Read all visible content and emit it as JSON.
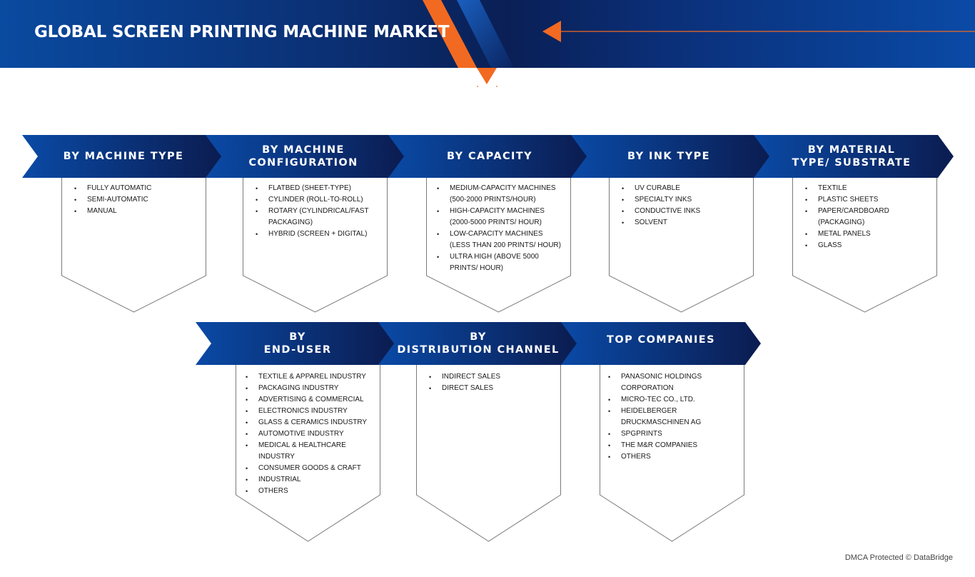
{
  "header": {
    "title": "GLOBAL SCREEN PRINTING MACHINE MARKET"
  },
  "colors": {
    "navy": "#0a1f55",
    "blue": "#0a4aa6",
    "orange": "#f26a21",
    "border": "#7a7a7a"
  },
  "icons": {
    "header_arrow": "left-arrow-icon"
  },
  "row1": [
    {
      "title": "BY MACHINE TYPE",
      "items": [
        "FULLY AUTOMATIC",
        "SEMI-AUTOMATIC",
        "MANUAL"
      ]
    },
    {
      "title": "BY MACHINE\nCONFIGURATION",
      "items": [
        "FLATBED (SHEET-TYPE)",
        "CYLINDER (ROLL-TO-ROLL)",
        "ROTARY (CYLINDRICAL/FAST PACKAGING)",
        "HYBRID (SCREEN + DIGITAL)"
      ]
    },
    {
      "title": "BY CAPACITY",
      "items": [
        "MEDIUM-CAPACITY MACHINES (500-2000 PRINTS/HOUR)",
        "HIGH-CAPACITY MACHINES (2000-5000 PRINTS/ HOUR)",
        "LOW-CAPACITY MACHINES (LESS THAN 200 PRINTS/ HOUR)",
        "ULTRA HIGH (ABOVE 5000 PRINTS/ HOUR)"
      ]
    },
    {
      "title": "BY INK TYPE",
      "items": [
        "UV CURABLE",
        "SPECIALTY INKS",
        "CONDUCTIVE INKS",
        "SOLVENT"
      ]
    },
    {
      "title": "BY  MATERIAL\nTYPE/ SUBSTRATE",
      "items": [
        "TEXTILE",
        "PLASTIC SHEETS",
        "PAPER/CARDBOARD (PACKAGING)",
        "METAL PANELS",
        "GLASS"
      ]
    }
  ],
  "row2": [
    {
      "title": "BY\nEND-USER",
      "items": [
        "TEXTILE & APPAREL INDUSTRY",
        "PACKAGING INDUSTRY",
        "ADVERTISING & COMMERCIAL",
        "ELECTRONICS INDUSTRY",
        "GLASS & CERAMICS INDUSTRY",
        "AUTOMOTIVE INDUSTRY",
        "MEDICAL & HEALTHCARE INDUSTRY",
        "CONSUMER GOODS & CRAFT",
        "INDUSTRIAL",
        "OTHERS"
      ]
    },
    {
      "title": "BY\nDISTRIBUTION CHANNEL",
      "items": [
        "INDIRECT SALES",
        "DIRECT SALES"
      ]
    },
    {
      "title": "TOP COMPANIES",
      "items": [
        "PANASONIC HOLDINGS CORPORATION",
        "MICRO-TEC CO., LTD.",
        "HEIDELBERGER DRUCKMASCHINEN AG",
        "SPGPRINTS",
        "THE M&R COMPANIES",
        "OTHERS"
      ]
    }
  ],
  "footer": "DMCA Protected © DataBridge"
}
